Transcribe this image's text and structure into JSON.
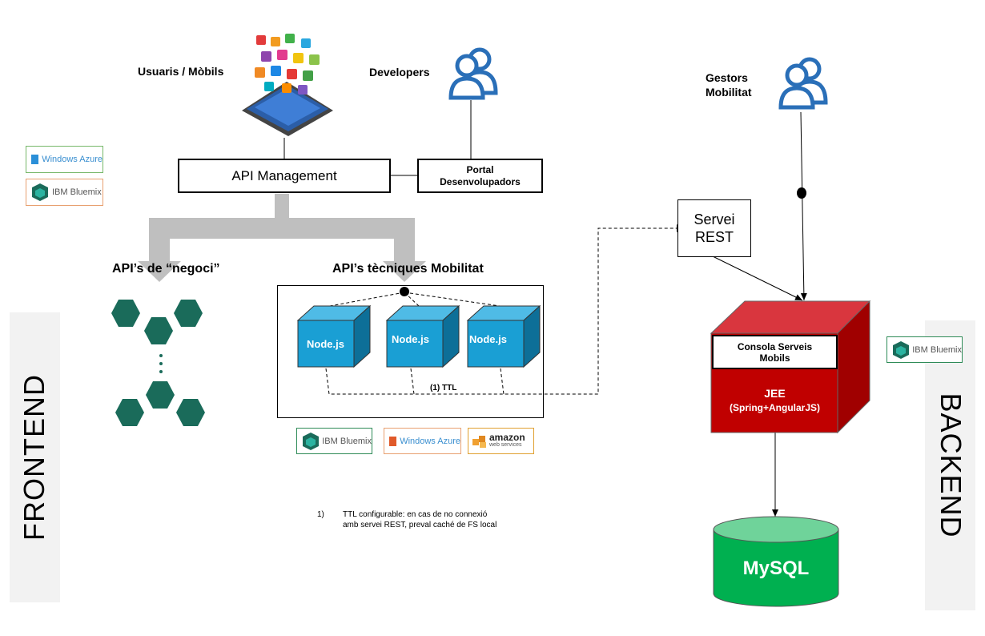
{
  "actors": {
    "users": "Usuaris / Mòbils",
    "developers": "Developers",
    "gestors_line1": "Gestors",
    "gestors_line2": "Mobilitat"
  },
  "boxes": {
    "api_management": "API Management",
    "portal_line1": "Portal",
    "portal_line2": "Desenvolupadors",
    "servei_line1": "Servei",
    "servei_line2": "REST"
  },
  "sections": {
    "negoci": "API’s de “negoci”",
    "tecniques": "API’s tècniques Mobilitat",
    "ttl": "(1) TTL"
  },
  "nodes": [
    "Node.js",
    "Node.js",
    "Node.js"
  ],
  "backend": {
    "consola_line1": "Consola Serveis",
    "consola_line2": "Mobils",
    "jee_line1": "JEE",
    "jee_line2": "(Spring+AngularJS)",
    "db": "MySQL"
  },
  "footnote": {
    "number": "1)",
    "line1": "TTL configurable: en cas de no connexió",
    "line2": "amb servei REST, preval caché de FS local"
  },
  "side_labels": {
    "frontend": "FRONTEND",
    "backend": "BACKEND"
  },
  "logos": {
    "windows_azure": "Windows Azure",
    "ibm_bluemix": "IBM Bluemix",
    "amazon": "amazon",
    "amazon_sub": "web services"
  },
  "colors": {
    "hex_dark": "#1a6b5a",
    "node_blue": "#1a9fd4",
    "cube_red": "#c00000",
    "mysql_green": "#00b050",
    "arrow_gray": "#bfbfbf"
  }
}
